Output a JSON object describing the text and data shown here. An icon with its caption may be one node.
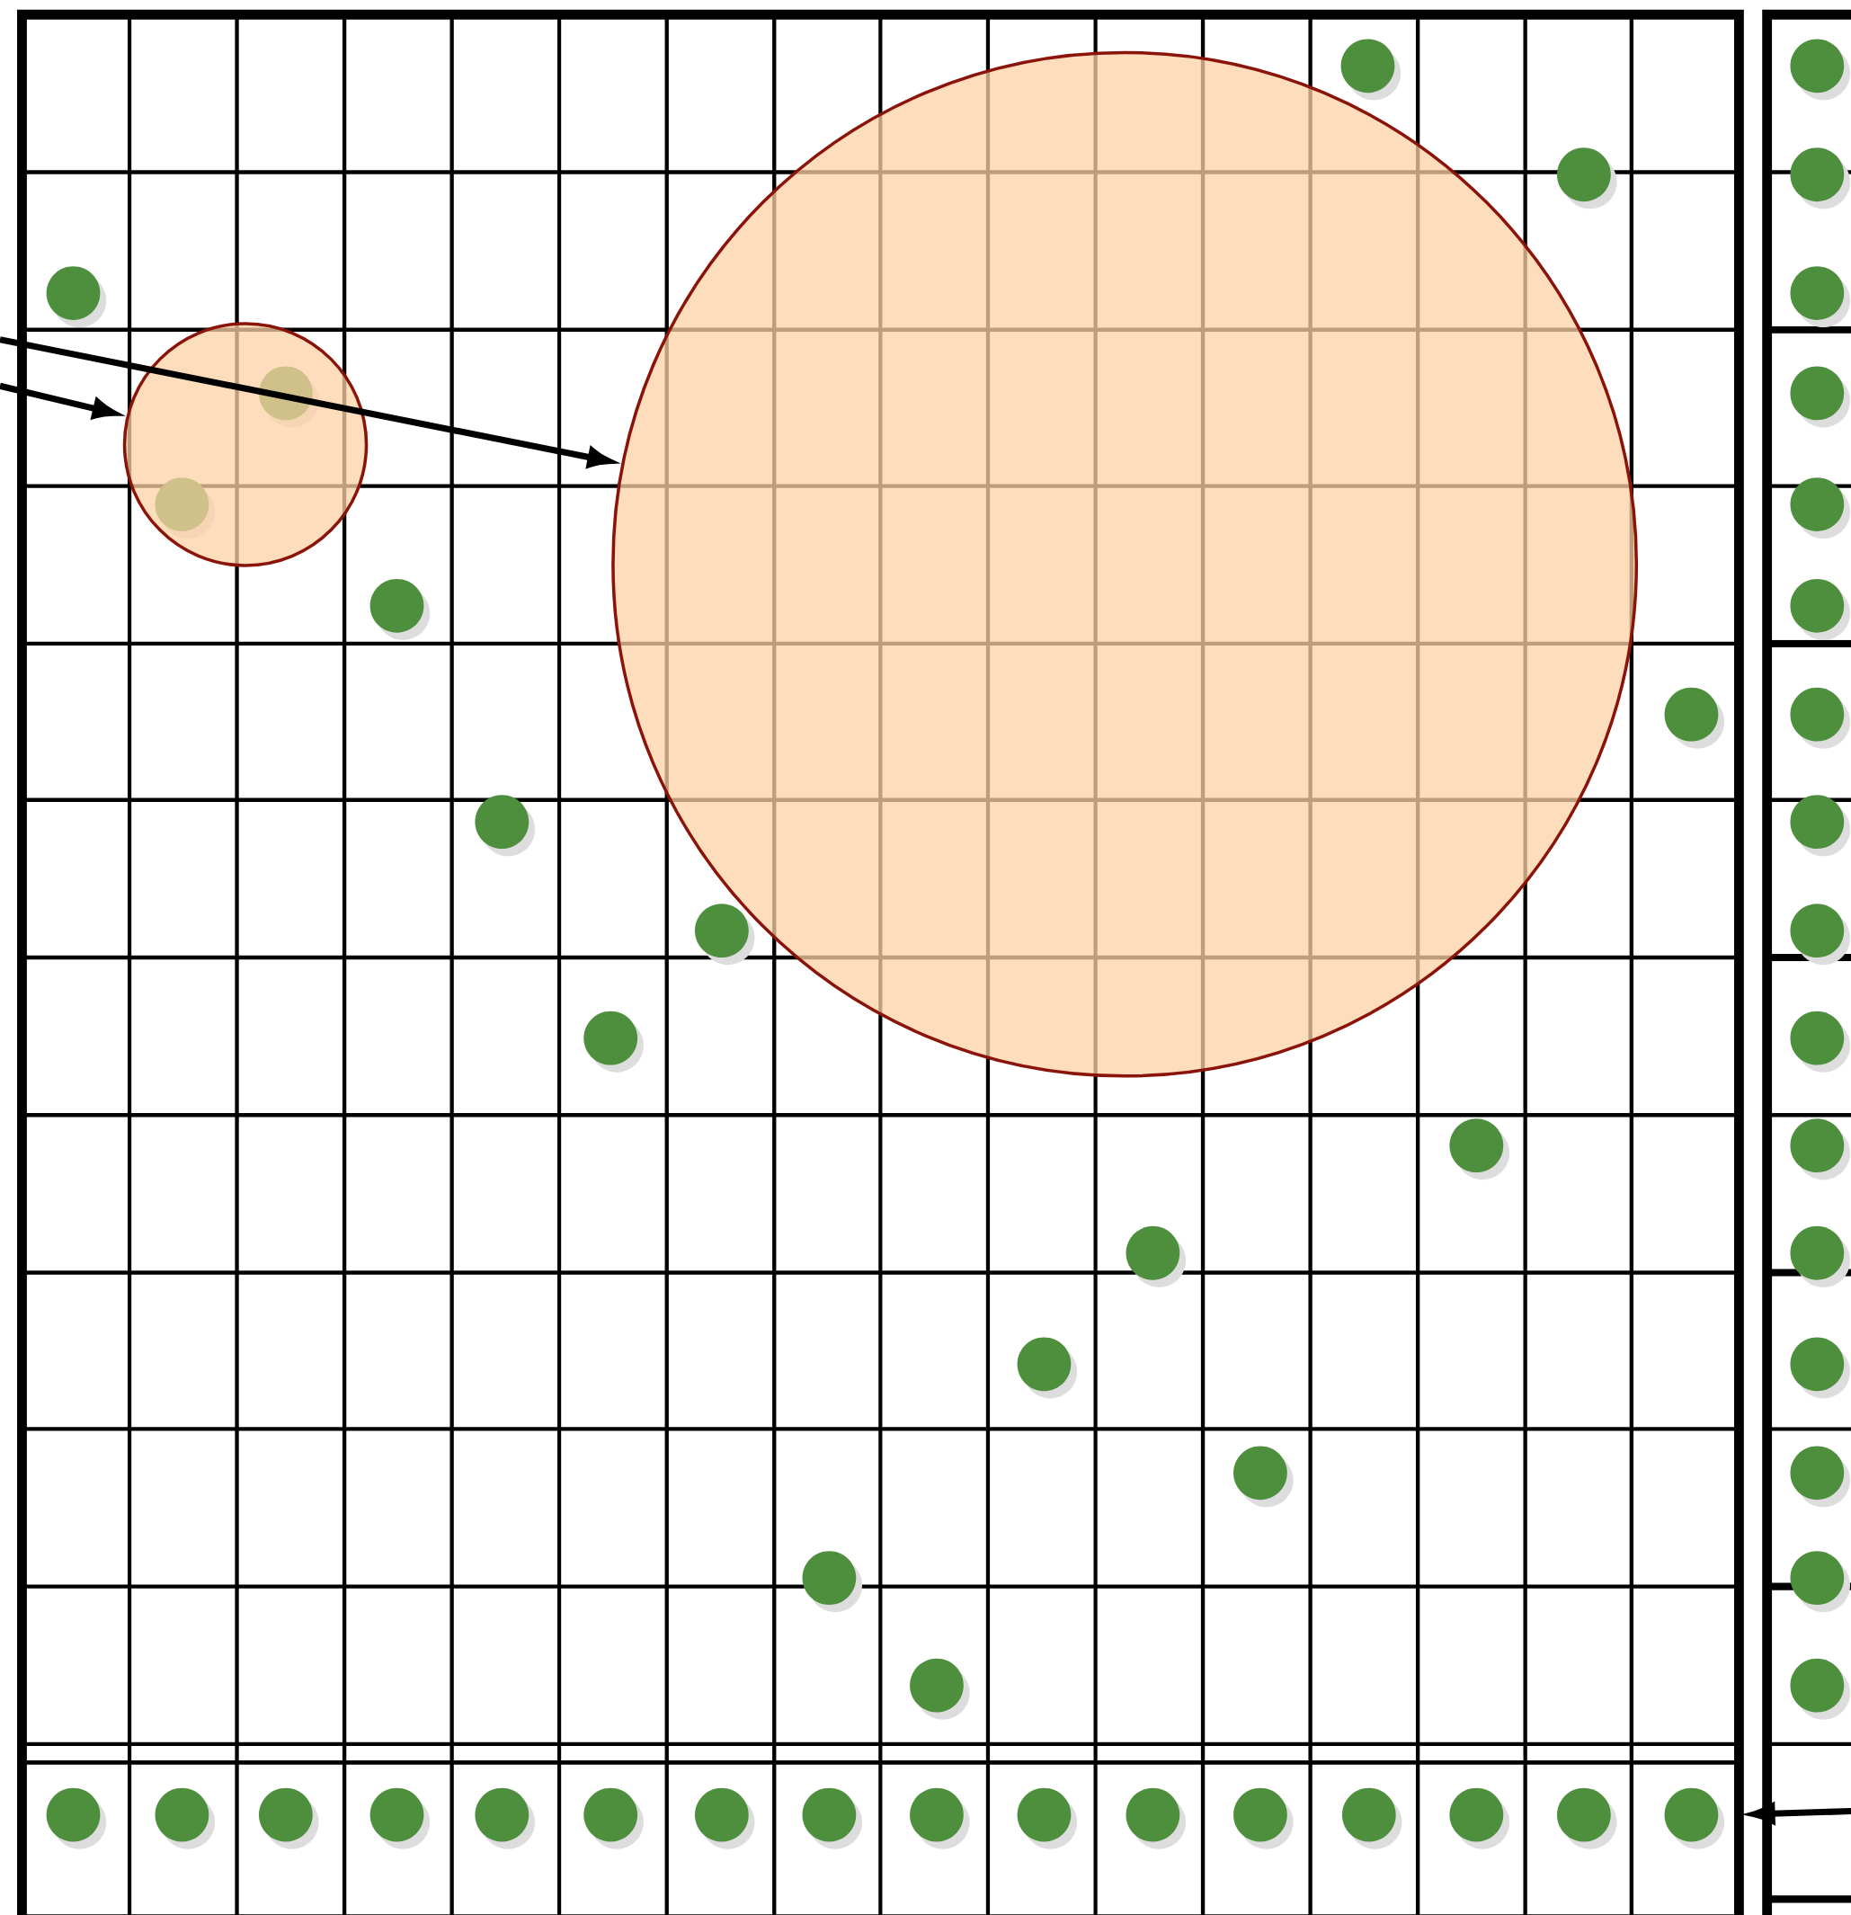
{
  "diagram": {
    "nodes": [
      {
        "text": [],
        "shape": "circle"
      },
      {
        "text": [],
        "shape": "circle"
      },
      {
        "text": [],
        "shape": "bar"
      }
    ],
    "edges": [
      {
        "from": null,
        "to": 0,
        "arrow": "to"
      },
      {
        "from": null,
        "to": 1,
        "arrow": "to"
      },
      {
        "from": null,
        "to": 2,
        "arrow": "to"
      }
    ]
  }
}
